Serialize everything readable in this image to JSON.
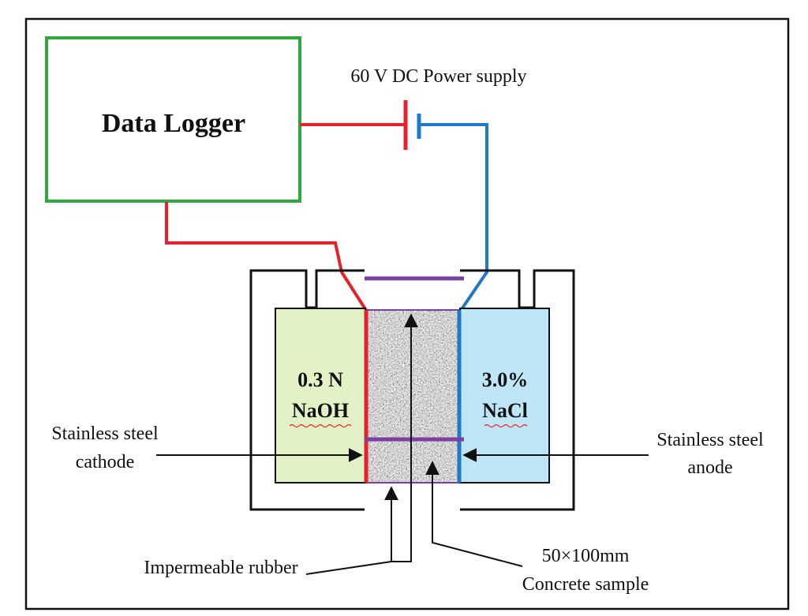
{
  "data_logger": {
    "label": "Data Logger"
  },
  "power_supply": {
    "label": "60 V DC Power supply"
  },
  "left_cell": {
    "line1": "0.3 N",
    "line2": "NaOH"
  },
  "right_cell": {
    "line1": "3.0%",
    "line2": "NaCl"
  },
  "cathode": {
    "line1": "Stainless steel",
    "line2": "cathode"
  },
  "anode": {
    "line1": "Stainless steel",
    "line2": "anode"
  },
  "rubber": {
    "label": "Impermeable rubber"
  },
  "sample": {
    "line1": "50×100mm",
    "line2": "Concrete sample"
  },
  "colors": {
    "logger_border": "#2eaa3c",
    "positive_wire": "#e8202a",
    "negative_wire": "#1f78c8",
    "rubber": "#7a3fa0",
    "naoh_fill": "#e2f2c6",
    "nacl_fill": "#bfe6f7",
    "concrete": "#a8a8a8",
    "frame": "#111111"
  }
}
